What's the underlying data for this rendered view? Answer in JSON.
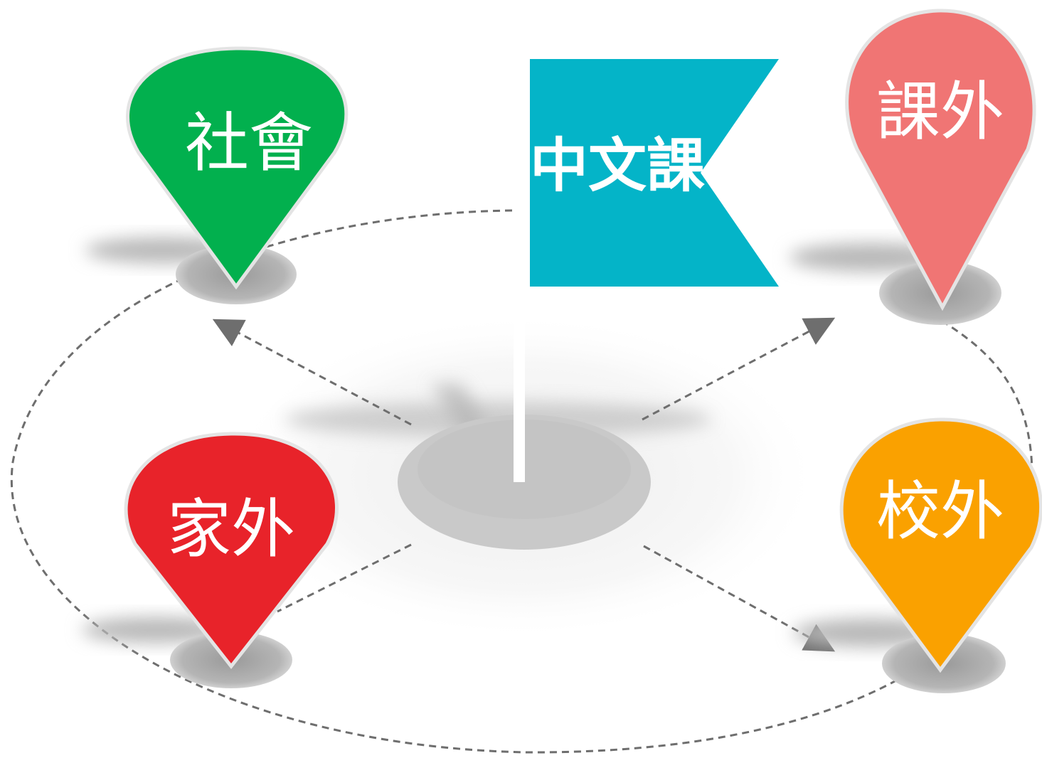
{
  "center": {
    "label": "中文課",
    "color": "#04b4c8"
  },
  "pins": [
    {
      "id": "society",
      "label": "社會",
      "color": "#02b04e"
    },
    {
      "id": "extracurricular",
      "label": "課外",
      "color": "#f07574"
    },
    {
      "id": "outside-home",
      "label": "家外",
      "color": "#e8232a"
    },
    {
      "id": "outside-school",
      "label": "校外",
      "color": "#faa100"
    }
  ],
  "colors": {
    "shadow": "#a8a8a8",
    "dashed_line": "#6e6e6e",
    "pole": "#ffffff"
  }
}
